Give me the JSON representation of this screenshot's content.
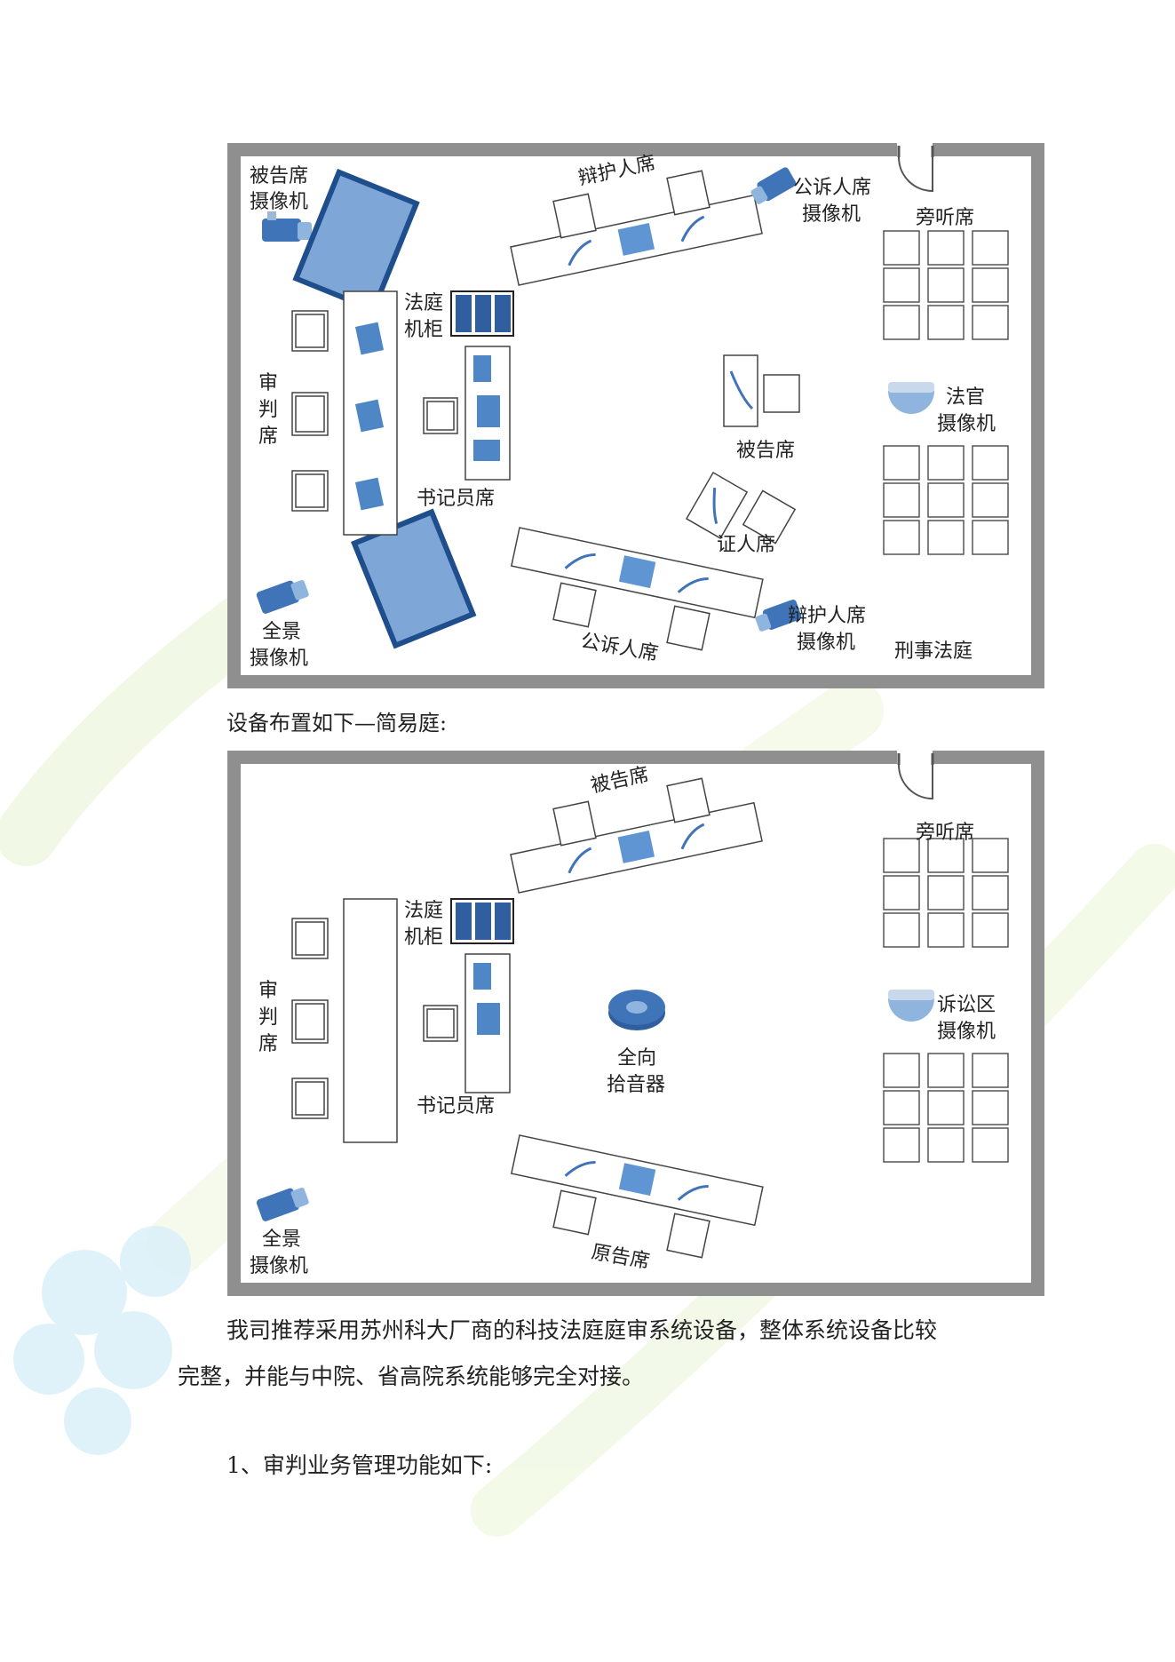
{
  "plan1": {
    "labels": {
      "defendant_camera_1": "被告席",
      "defendant_camera_2": "摄像机",
      "defense_seat": "辩护人席",
      "prosecution_camera_1": "公诉人席",
      "prosecution_camera_2": "摄像机",
      "gallery": "旁听席",
      "court_cabinet_1": "法庭",
      "court_cabinet_2": "机柜",
      "judge_seat_1": "审",
      "judge_seat_2": "判",
      "judge_seat_3": "席",
      "judge_camera_1": "法官",
      "judge_camera_2": "摄像机",
      "defendant_seat": "被告席",
      "clerk_seat": "书记员席",
      "witness_seat": "证人席",
      "panorama_camera_1": "全景",
      "panorama_camera_2": "摄像机",
      "defense_camera_1": "辩护人席",
      "defense_camera_2": "摄像机",
      "prosecution_seat": "公诉人席",
      "court_type": "刑事法庭"
    }
  },
  "caption": "设备布置如下—简易庭:",
  "plan2": {
    "labels": {
      "defendant_seat": "被告席",
      "gallery": "旁听席",
      "court_cabinet_1": "法庭",
      "court_cabinet_2": "机柜",
      "judge_seat_1": "审",
      "judge_seat_2": "判",
      "judge_seat_3": "席",
      "litigation_camera_1": "诉讼区",
      "litigation_camera_2": "摄像机",
      "mic_1": "全向",
      "mic_2": "拾音器",
      "clerk_seat": "书记员席",
      "panorama_camera_1": "全景",
      "panorama_camera_2": "摄像机",
      "plaintiff_seat": "原告席"
    }
  },
  "paragraph": {
    "line1": "我司推荐采用苏州科大厂商的科技法庭庭审系统设备，整体系统设备比较",
    "line2": "完整，并能与中院、省高院系统能够完全对接。"
  },
  "section_heading": "1、审判业务管理功能如下:",
  "colors": {
    "wall": "#8a8a8a",
    "equipment_blue": "#3f74b8",
    "watermark_green": "#e8f3cf",
    "watermark_blue": "#d6eef8"
  }
}
